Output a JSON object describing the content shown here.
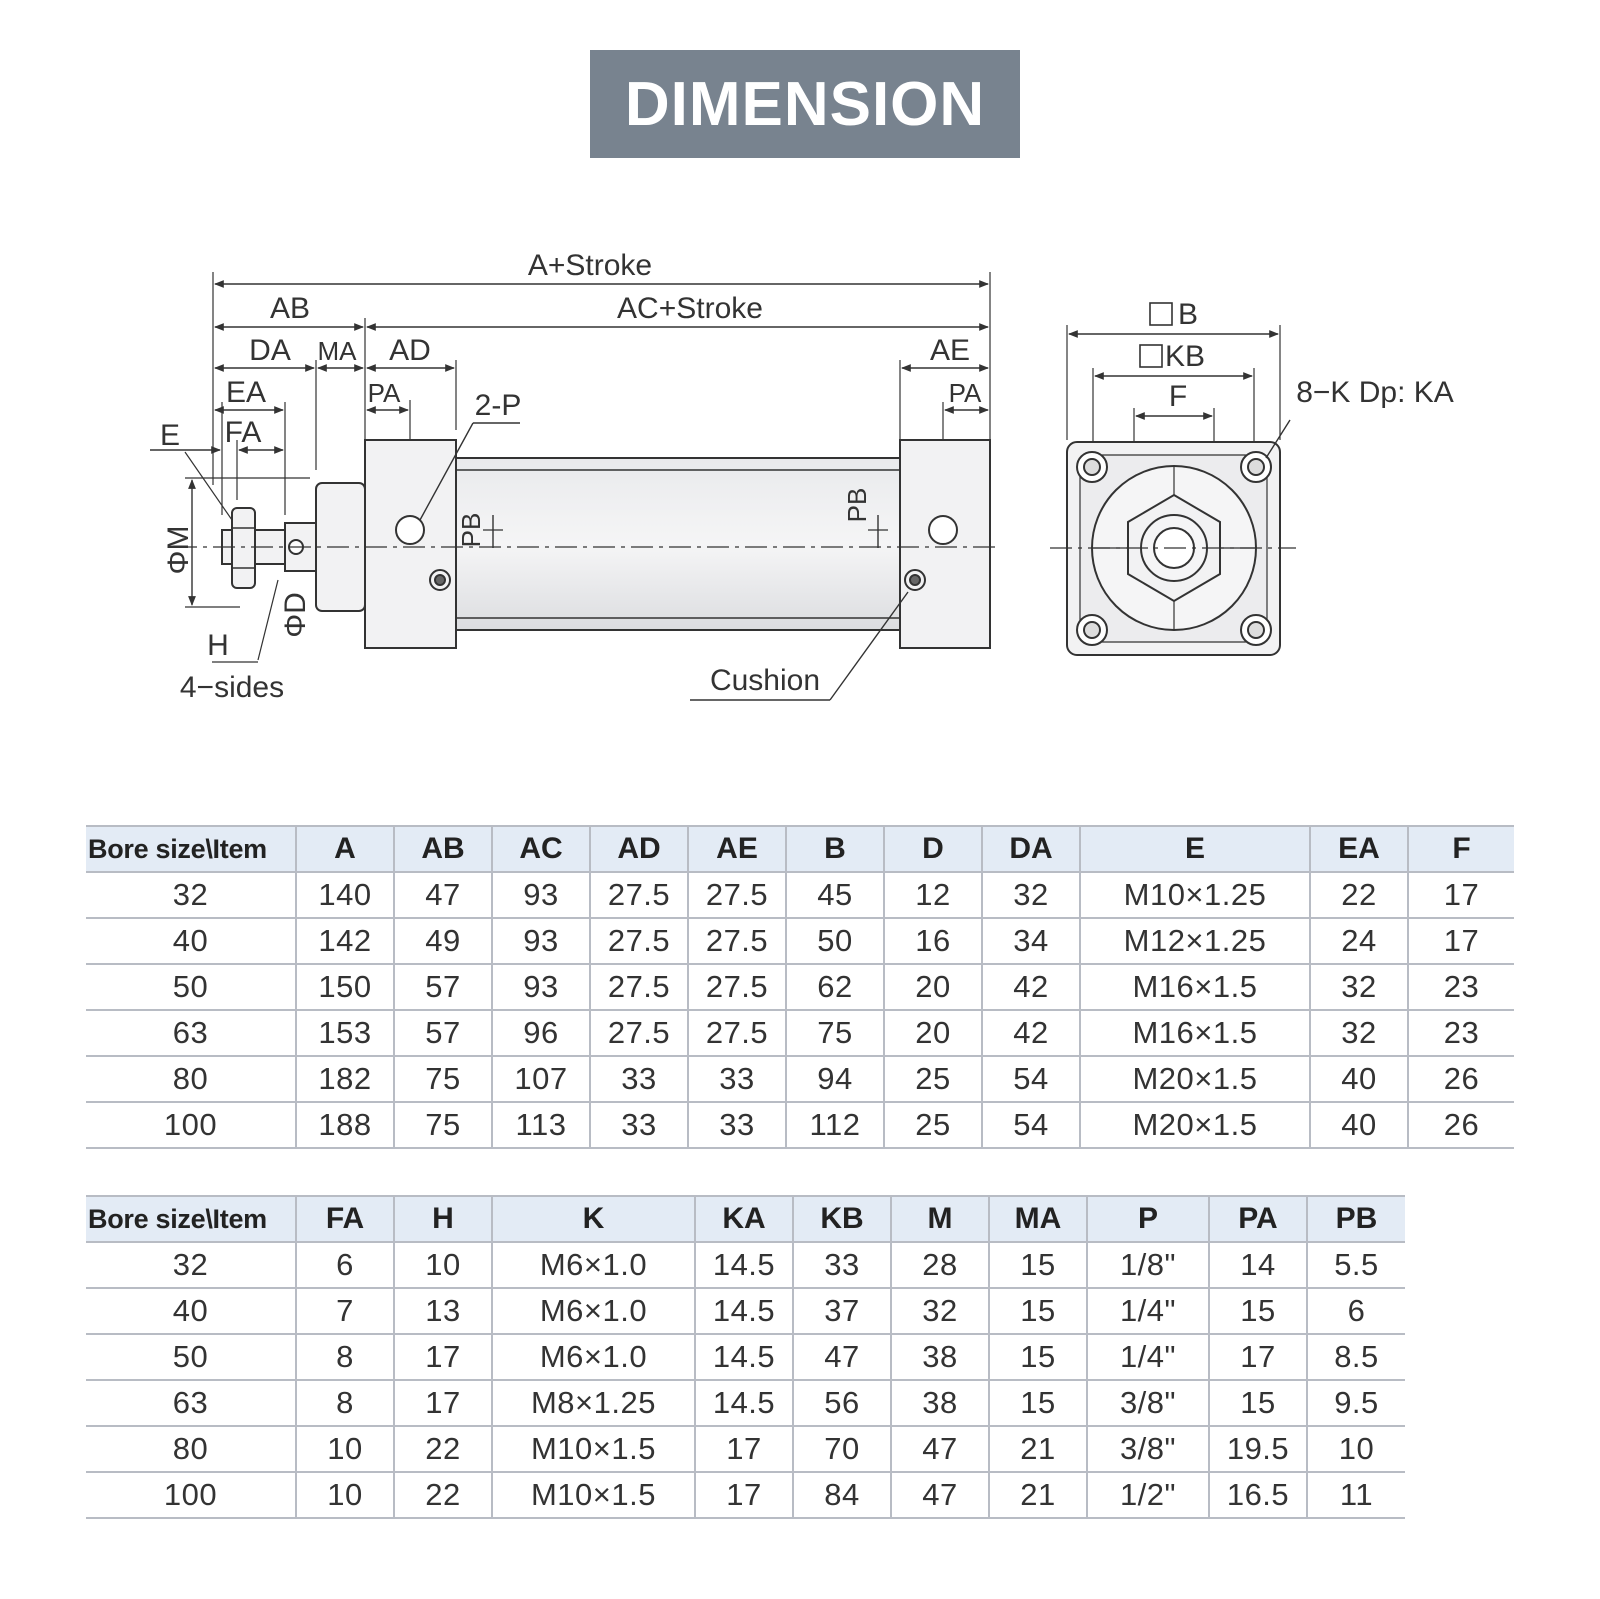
{
  "banner": {
    "title": "DIMENSION"
  },
  "drawing": {
    "side_view": {
      "a_stroke": "A+Stroke",
      "ac_stroke": "AC+Stroke",
      "ab": "AB",
      "da": "DA",
      "ma": "MA",
      "ad": "AD",
      "ae": "AE",
      "pa_left": "PA",
      "pa_right": "PA",
      "ea": "EA",
      "fa": "FA",
      "e": "E",
      "two_p": "2-P",
      "pb_left": "PB",
      "pb_right": "PB",
      "phi_m": "ΦM",
      "phi_d": "ΦD",
      "h": "H",
      "four_sides": "4−sides",
      "cushion": "Cushion"
    },
    "end_view": {
      "b": "B",
      "kb": "KB",
      "f": "F",
      "eight_k": "8−K Dp: KA"
    }
  },
  "table1": {
    "headers": [
      "Bore size\\Item",
      "A",
      "AB",
      "AC",
      "AD",
      "AE",
      "B",
      "D",
      "DA",
      "E",
      "EA",
      "F"
    ],
    "rows": [
      [
        "32",
        "140",
        "47",
        "93",
        "27.5",
        "27.5",
        "45",
        "12",
        "32",
        "M10×1.25",
        "22",
        "17"
      ],
      [
        "40",
        "142",
        "49",
        "93",
        "27.5",
        "27.5",
        "50",
        "16",
        "34",
        "M12×1.25",
        "24",
        "17"
      ],
      [
        "50",
        "150",
        "57",
        "93",
        "27.5",
        "27.5",
        "62",
        "20",
        "42",
        "M16×1.5",
        "32",
        "23"
      ],
      [
        "63",
        "153",
        "57",
        "96",
        "27.5",
        "27.5",
        "75",
        "20",
        "42",
        "M16×1.5",
        "32",
        "23"
      ],
      [
        "80",
        "182",
        "75",
        "107",
        "33",
        "33",
        "94",
        "25",
        "54",
        "M20×1.5",
        "40",
        "26"
      ],
      [
        "100",
        "188",
        "75",
        "113",
        "33",
        "33",
        "112",
        "25",
        "54",
        "M20×1.5",
        "40",
        "26"
      ]
    ]
  },
  "table2": {
    "headers": [
      "Bore size\\Item",
      "FA",
      "H",
      "K",
      "KA",
      "KB",
      "M",
      "MA",
      "P",
      "PA",
      "PB"
    ],
    "rows": [
      [
        "32",
        "6",
        "10",
        "M6×1.0",
        "14.5",
        "33",
        "28",
        "15",
        "1/8\"",
        "14",
        "5.5"
      ],
      [
        "40",
        "7",
        "13",
        "M6×1.0",
        "14.5",
        "37",
        "32",
        "15",
        "1/4\"",
        "15",
        "6"
      ],
      [
        "50",
        "8",
        "17",
        "M6×1.0",
        "14.5",
        "47",
        "38",
        "15",
        "1/4\"",
        "17",
        "8.5"
      ],
      [
        "63",
        "8",
        "17",
        "M8×1.25",
        "14.5",
        "56",
        "38",
        "15",
        "3/8\"",
        "15",
        "9.5"
      ],
      [
        "80",
        "10",
        "22",
        "M10×1.5",
        "17",
        "70",
        "47",
        "21",
        "3/8\"",
        "19.5",
        "10"
      ],
      [
        "100",
        "10",
        "22",
        "M10×1.5",
        "17",
        "84",
        "47",
        "21",
        "1/2\"",
        "16.5",
        "11"
      ]
    ]
  },
  "colors": {
    "banner_bg": "#78838f",
    "header_bg": "#e3ebf5",
    "grid": "#b8bcc4",
    "line": "#333333"
  }
}
